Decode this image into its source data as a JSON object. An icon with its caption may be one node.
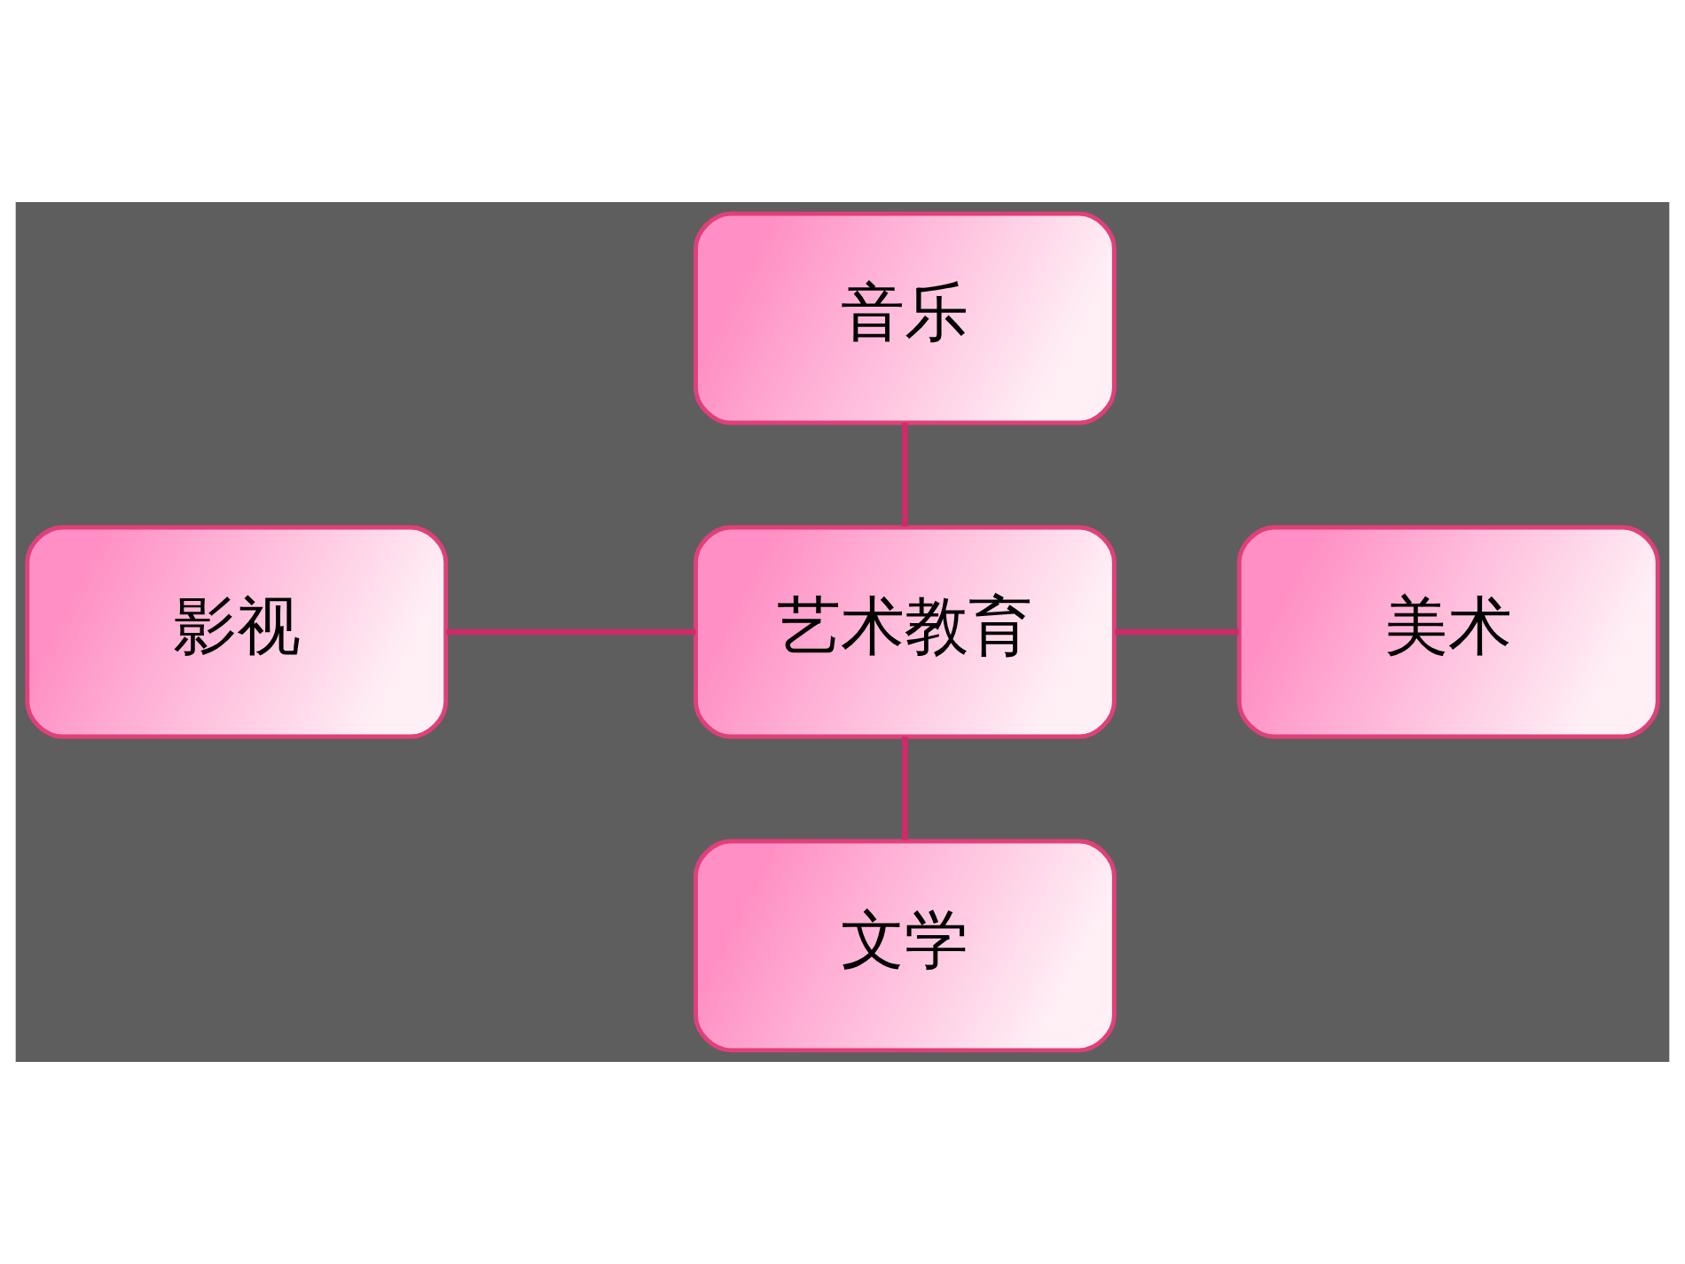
{
  "diagram": {
    "nodes": [
      {
        "text": [
          "音乐"
        ]
      },
      {
        "text": [
          "影视"
        ]
      },
      {
        "text": [
          "艺术教育"
        ]
      },
      {
        "text": [
          "美术"
        ]
      },
      {
        "text": [
          "文学"
        ]
      }
    ],
    "edges": [
      {
        "from": 0,
        "to": 2,
        "arrow": "none"
      },
      {
        "from": 1,
        "to": 2,
        "arrow": "none"
      },
      {
        "from": 2,
        "to": 3,
        "arrow": "none"
      },
      {
        "from": 2,
        "to": 4,
        "arrow": "none"
      }
    ]
  }
}
